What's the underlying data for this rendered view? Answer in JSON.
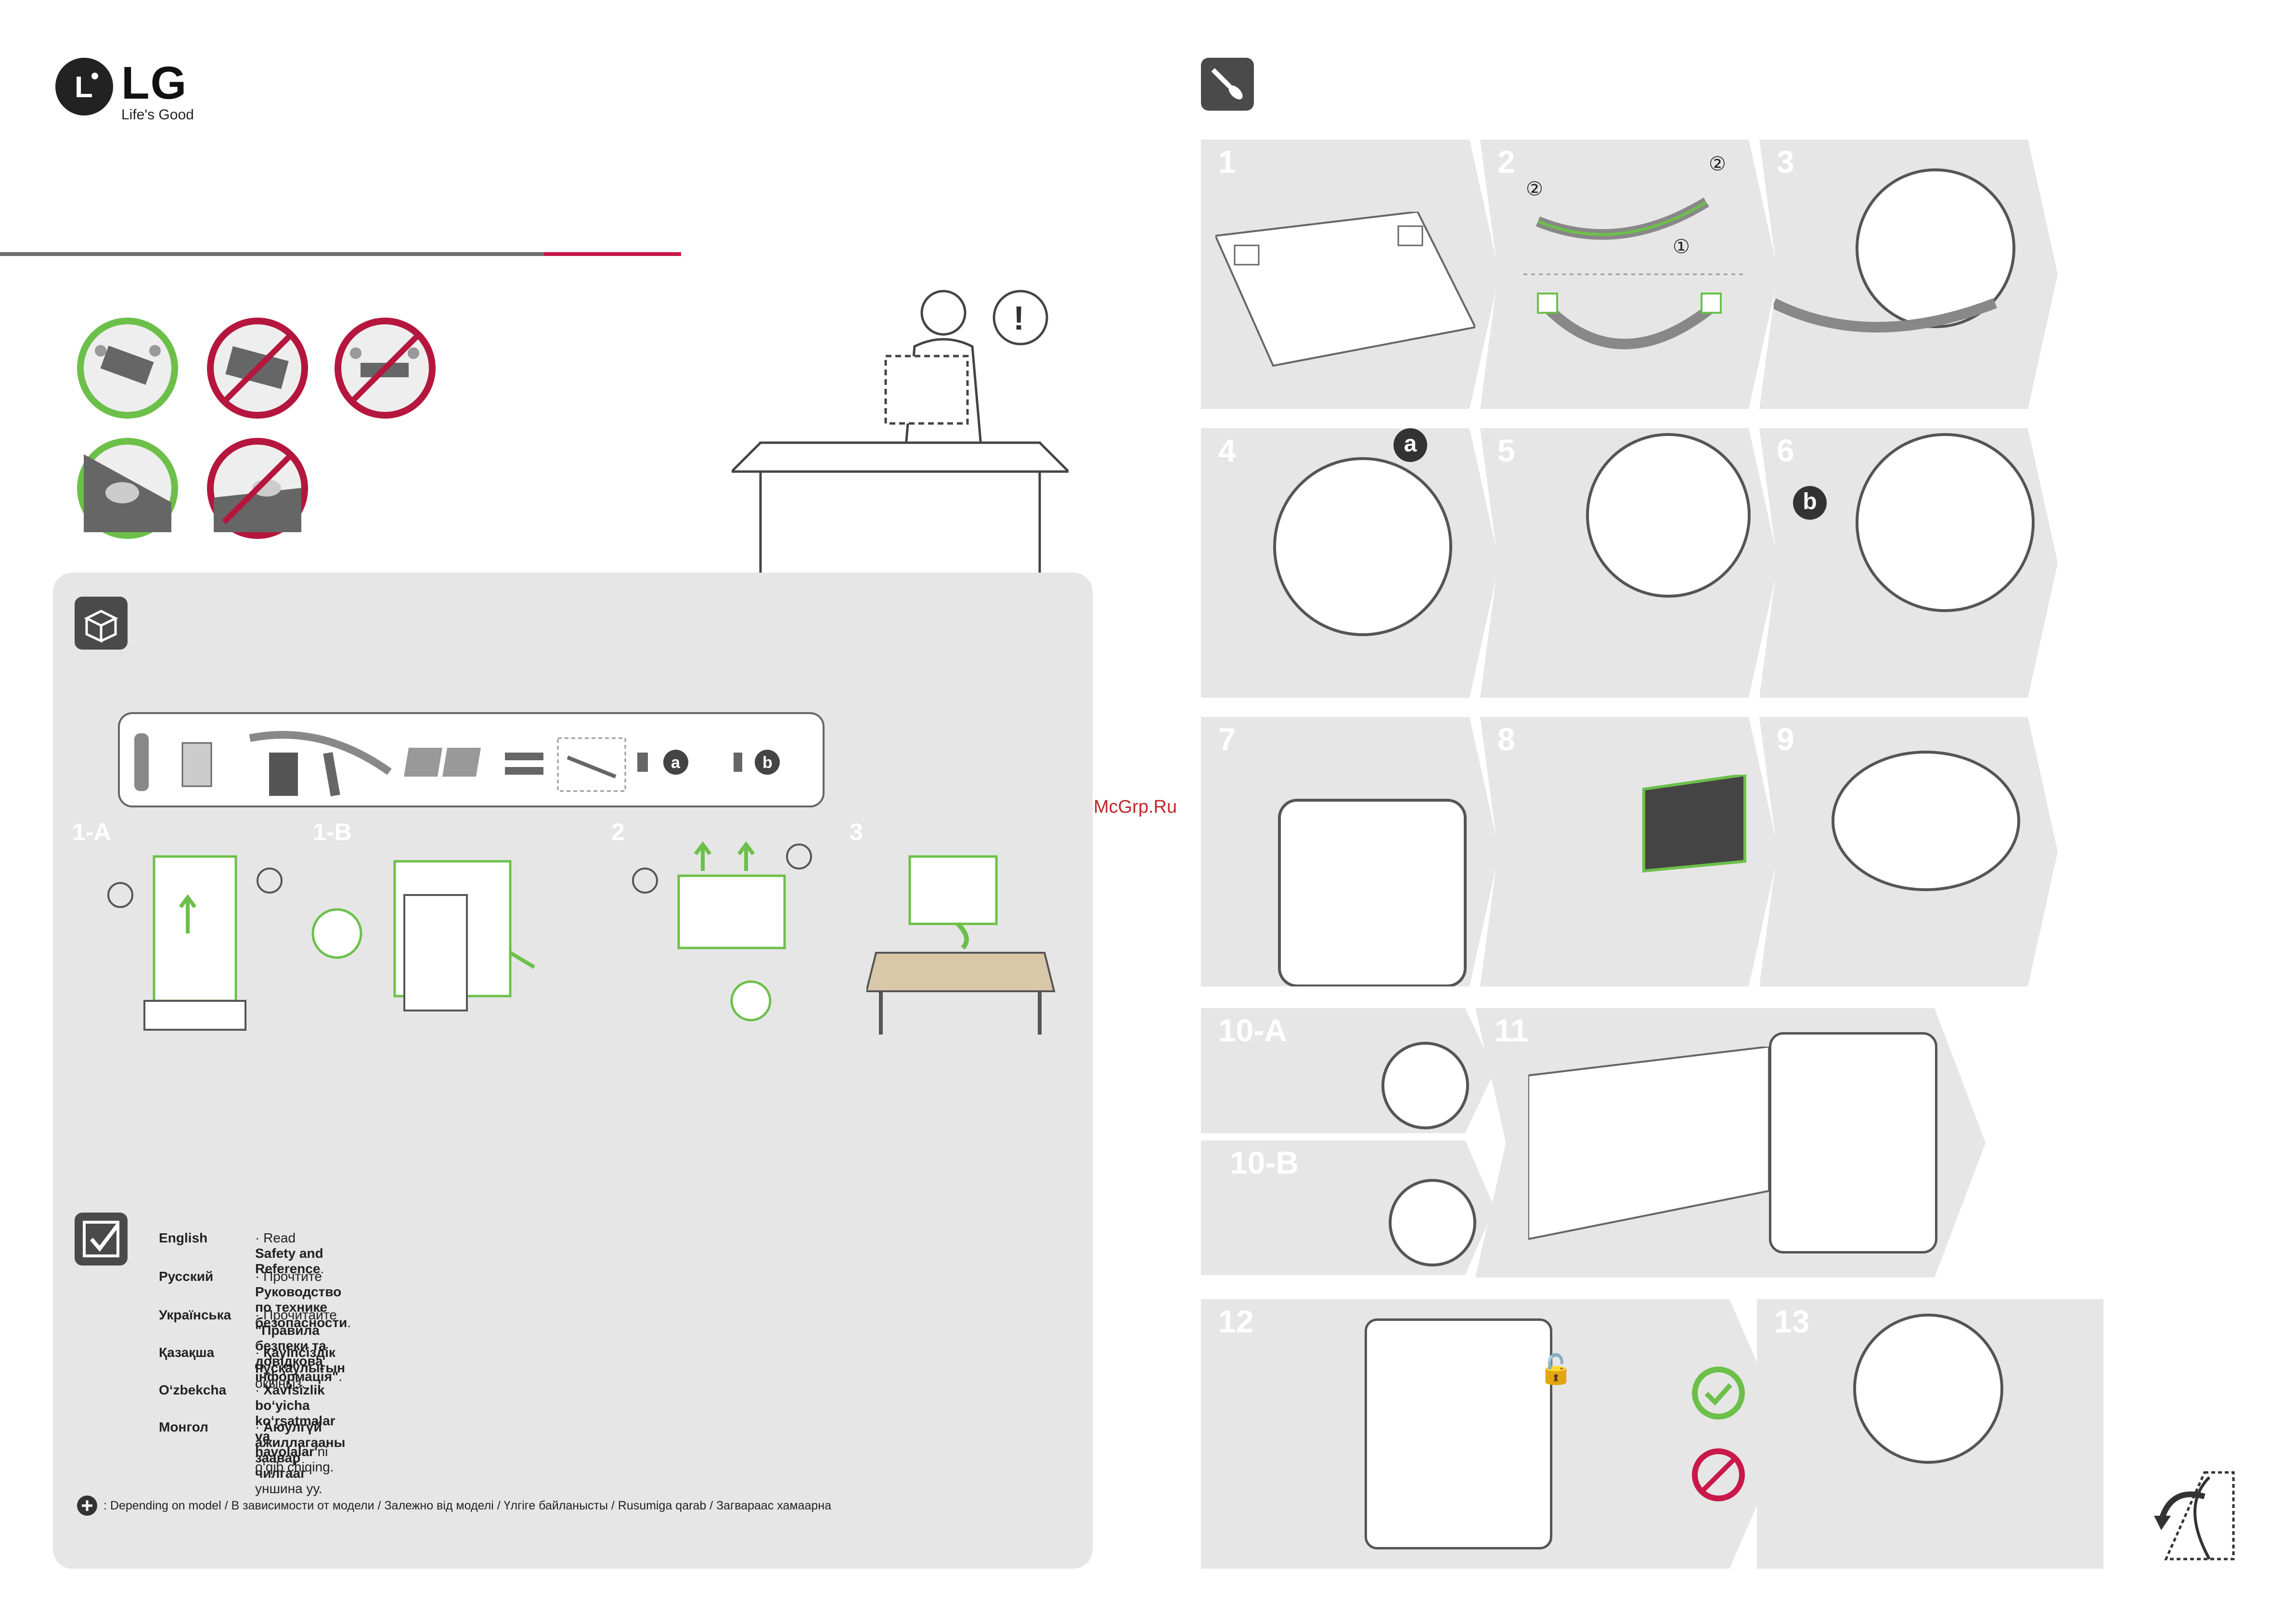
{
  "brand": {
    "name": "LG",
    "tagline": "Life's Good"
  },
  "icons": {
    "logo": "lg-logo-icon",
    "alert": "exclamation-icon",
    "box": "package-icon",
    "tools": "screwdriver-icon",
    "check": "checklist-icon",
    "plus": "plus-icon",
    "page_turn": "page-turn-icon"
  },
  "colors": {
    "accent_green": "#6cc04a",
    "accent_red": "#c9184a",
    "panel_gray": "#e6e6e6"
  },
  "left_steps": [
    {
      "label": "1-A",
      "models": ""
    },
    {
      "label": "1-B",
      "models": ""
    },
    {
      "label": "2"
    },
    {
      "label": "3"
    }
  ],
  "parts_badges": {
    "a": "a",
    "b": "b"
  },
  "right_steps": [
    "1",
    "2",
    "3",
    "4",
    "5",
    "6",
    "7",
    "8",
    "9",
    "10-A",
    "10-B",
    "11",
    "12",
    "13"
  ],
  "step2_callouts": [
    "②",
    "②",
    "①"
  ],
  "step4_badge": "a",
  "step6_badge": "b",
  "watermark": "McGrp.Ru",
  "languages": [
    {
      "name": "English",
      "text": "· Read ",
      "bold": "Safety and Reference",
      "tail": "."
    },
    {
      "name": "Русский",
      "text": "· Прочтите ",
      "bold": "Руководство по технике безопасности",
      "tail": "."
    },
    {
      "name": "Українська",
      "text": "· Прочитайте ",
      "bold": "\"Правила безпеки та довідкова інформація\"",
      "tail": "."
    },
    {
      "name": "Қазақша",
      "text": "· ",
      "bold": "Қауіпсіздік нұсқаулығын",
      "tail": " оқыңыз."
    },
    {
      "name": "O‘zbekcha",
      "text": "· ",
      "bold": "Xavfsizlik bo‘yicha ko‘rsatmalar va havolalar'",
      "tail": "ni  o‘qib chiqing."
    },
    {
      "name": "Монгол",
      "text": "· ",
      "bold": "Аюулгүй ажиллагааны заавар чилгааг",
      "tail": " уншина уу."
    }
  ],
  "footnote": ": Depending on model / В зависимости от модели / Залежно від моделі / Үлгіге байланысты / Rusumiga qarab / Загвараас хамаарна"
}
